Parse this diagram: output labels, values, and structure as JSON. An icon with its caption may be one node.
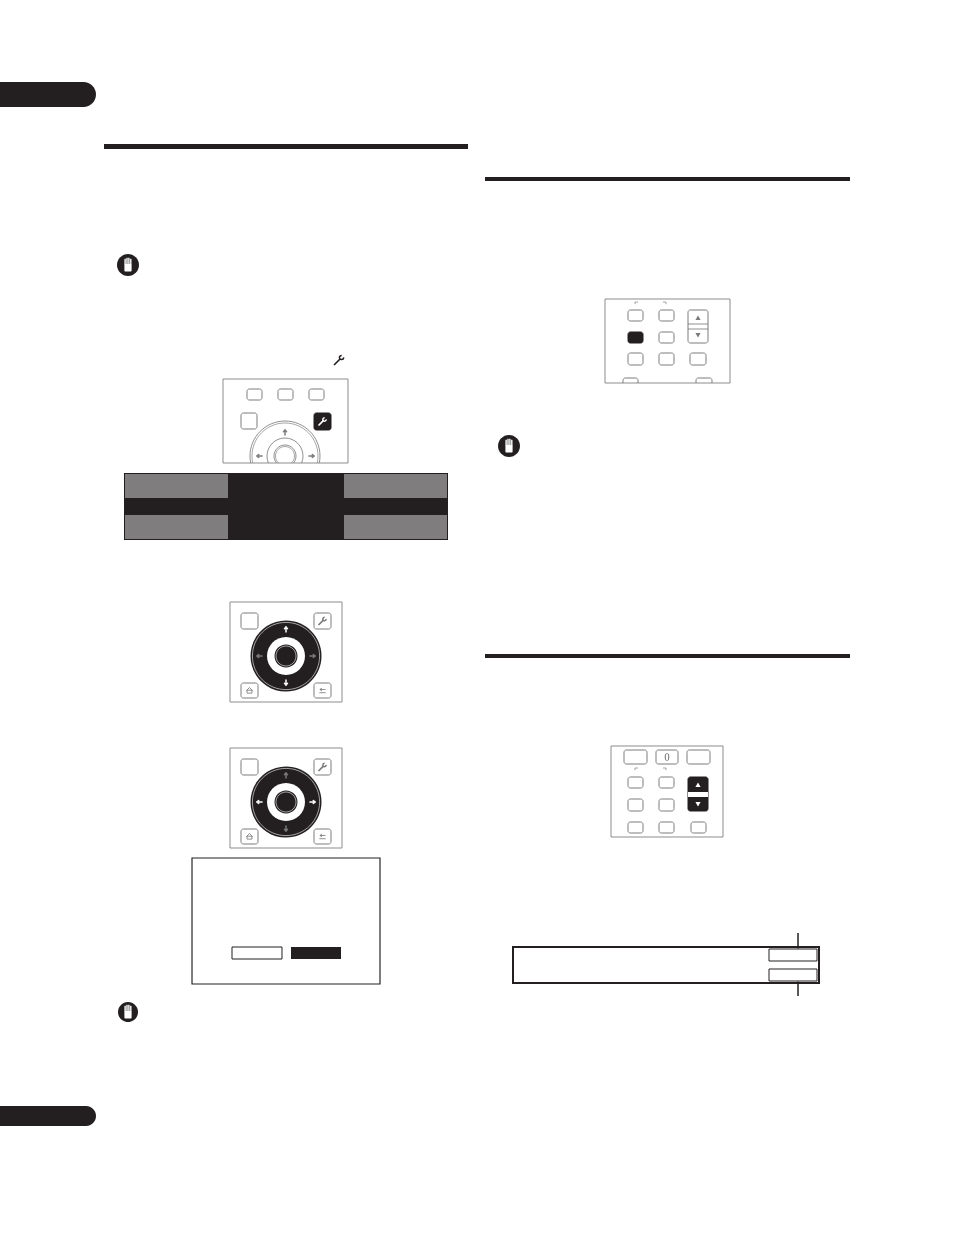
{
  "diagram": {
    "nodes": [
      {
        "text": [],
        "shape": "box"
      },
      {
        "text": [],
        "shape": "box"
      }
    ],
    "edges": [
      {
        "from": null,
        "to": 0,
        "arrow": "none"
      },
      {
        "from": null,
        "to": 1,
        "arrow": "none"
      }
    ],
    "labels": [
      "0"
    ]
  }
}
